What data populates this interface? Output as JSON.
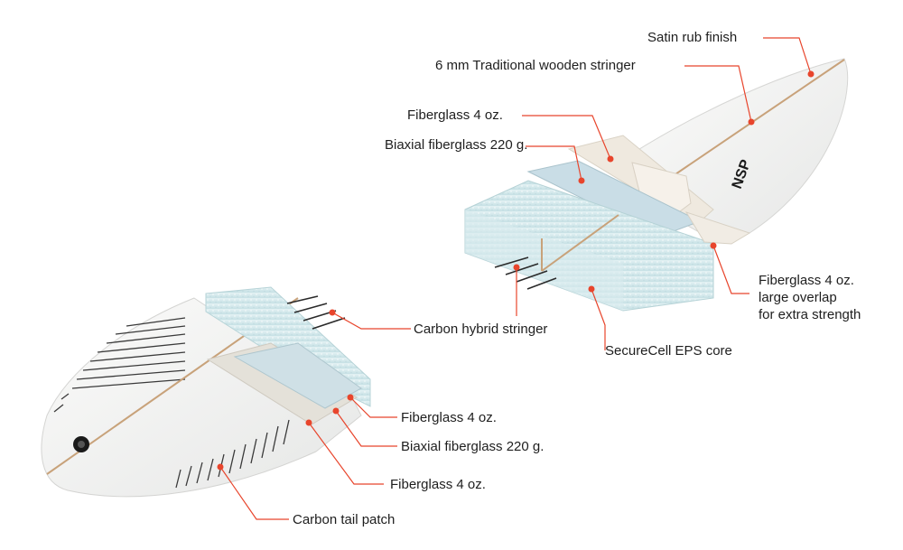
{
  "callouts": {
    "satin_rub_finish": "Satin rub finish",
    "wooden_stringer": "6 mm Traditional wooden stringer",
    "fiberglass_top": "Fiberglass 4 oz.",
    "biaxial_top": "Biaxial fiberglass 220 g.",
    "overlap_line1": "Fiberglass 4 oz.",
    "overlap_line2": "large  overlap",
    "overlap_line3": "for extra strength",
    "carbon_hybrid_stringer": "Carbon hybrid stringer",
    "securecell_core": "SecureCell EPS core",
    "fiberglass_tail_1": "Fiberglass 4 oz.",
    "biaxial_tail": "Biaxial fiberglass 220 g.",
    "fiberglass_tail_2": "Fiberglass 4 oz.",
    "carbon_tail_patch": "Carbon tail patch"
  },
  "brand_logo": "NSP",
  "colors": {
    "leader": "#e8452c",
    "dot": "#e8452c",
    "foam": "#d4e9ec",
    "board": "#f2f2f0",
    "stringer": "#c8a27a",
    "text": "#1e1e1e"
  }
}
